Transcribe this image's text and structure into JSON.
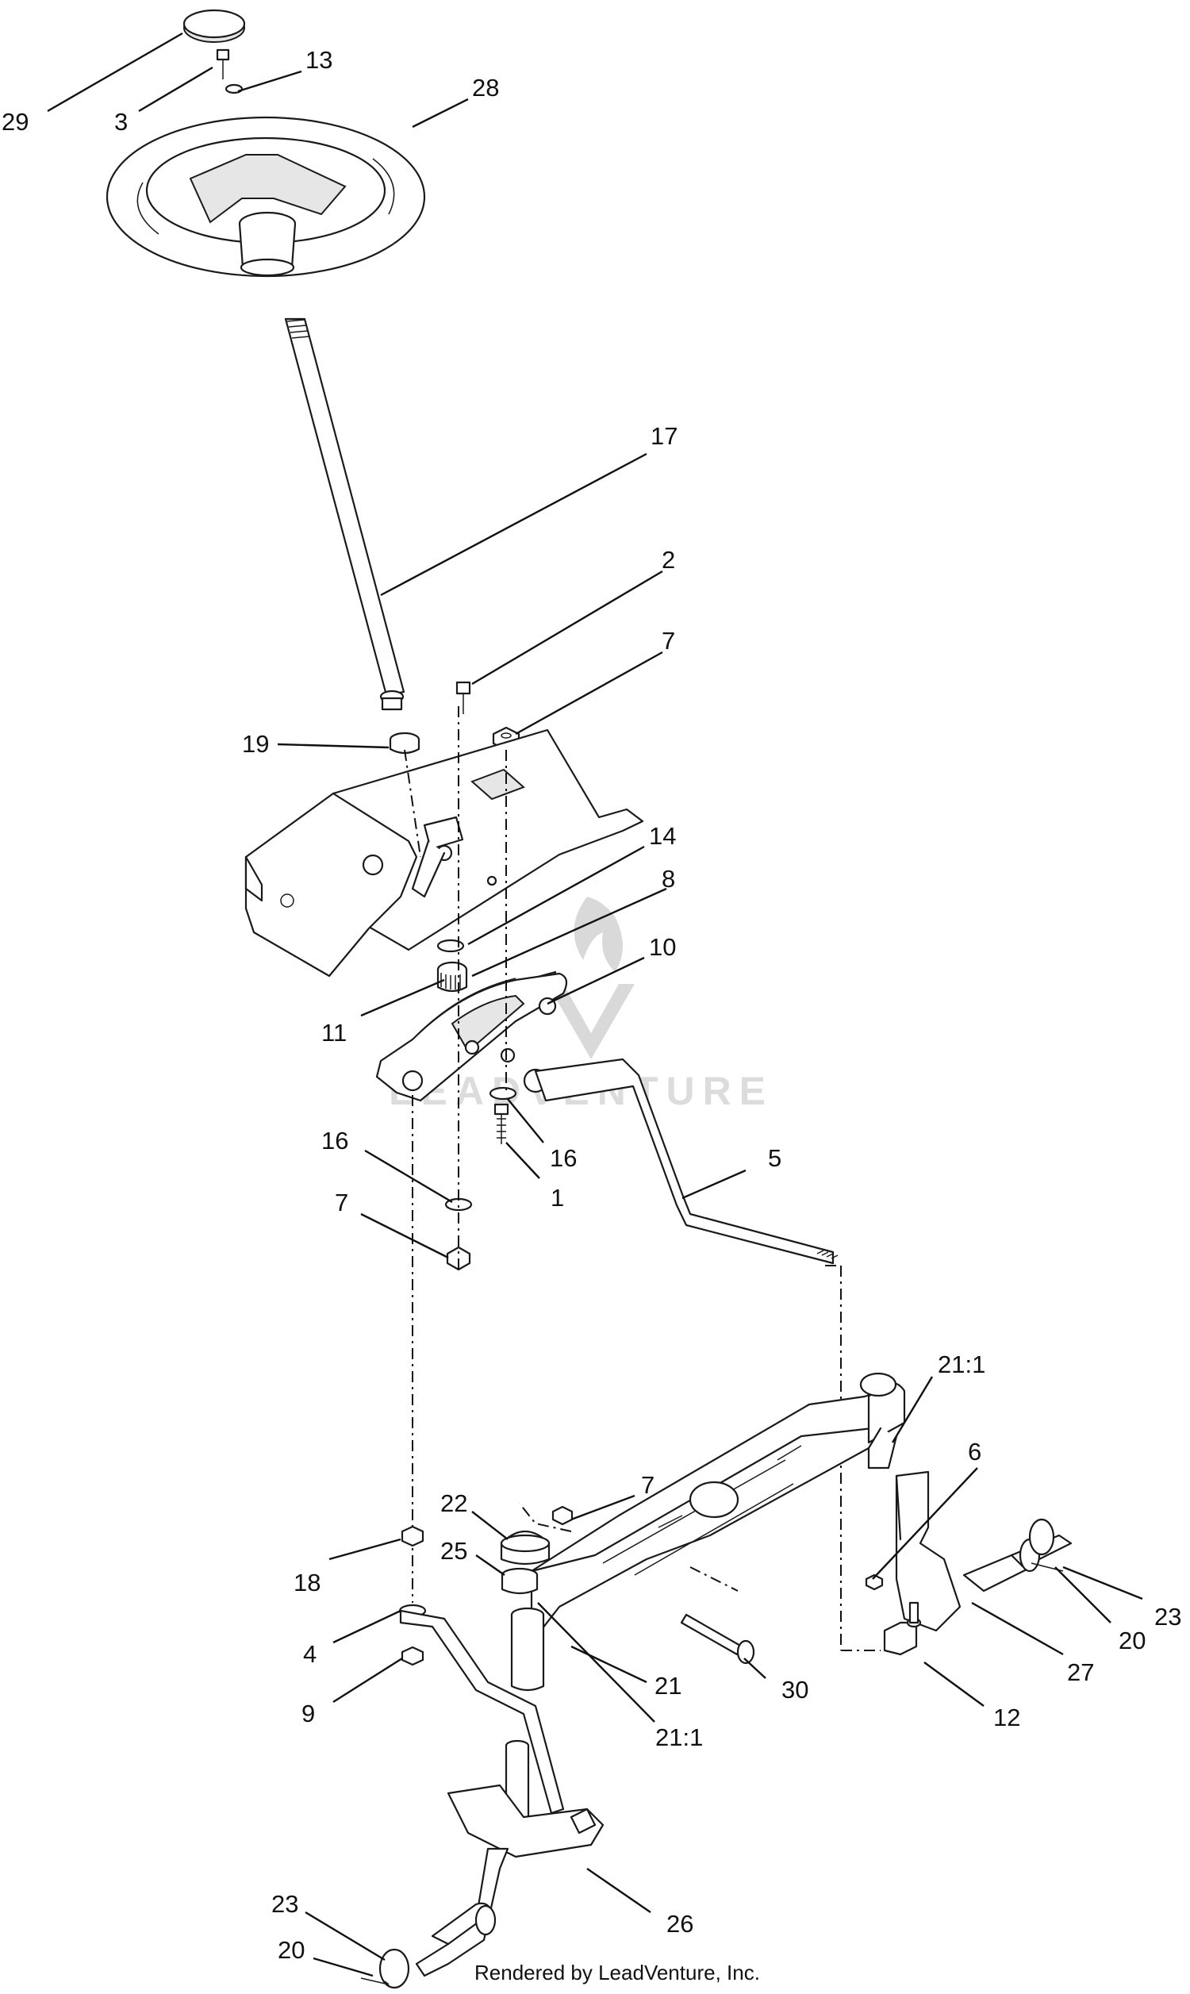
{
  "watermark": {
    "text": "LEADVENTURE"
  },
  "footer": {
    "text": "Rendered by LeadVenture, Inc."
  },
  "callouts": {
    "c29": "29",
    "c3": "3",
    "c13": "13",
    "c28": "28",
    "c17": "17",
    "c2": "2",
    "c7a": "7",
    "c19": "19",
    "c14": "14",
    "c8": "8",
    "c10": "10",
    "c11": "11",
    "c16a": "16",
    "c16b": "16",
    "c1": "1",
    "c5": "5",
    "c7b": "7",
    "c21_1a": "21:1",
    "c6": "6",
    "c7c": "7",
    "c22": "22",
    "c25": "25",
    "c18": "18",
    "c4": "4",
    "c9": "9",
    "c21": "21",
    "c30": "30",
    "c12": "12",
    "c27": "27",
    "c20a": "20",
    "c23a": "23",
    "c21_1b": "21:1",
    "c26": "26",
    "c23b": "23",
    "c20b": "20"
  }
}
